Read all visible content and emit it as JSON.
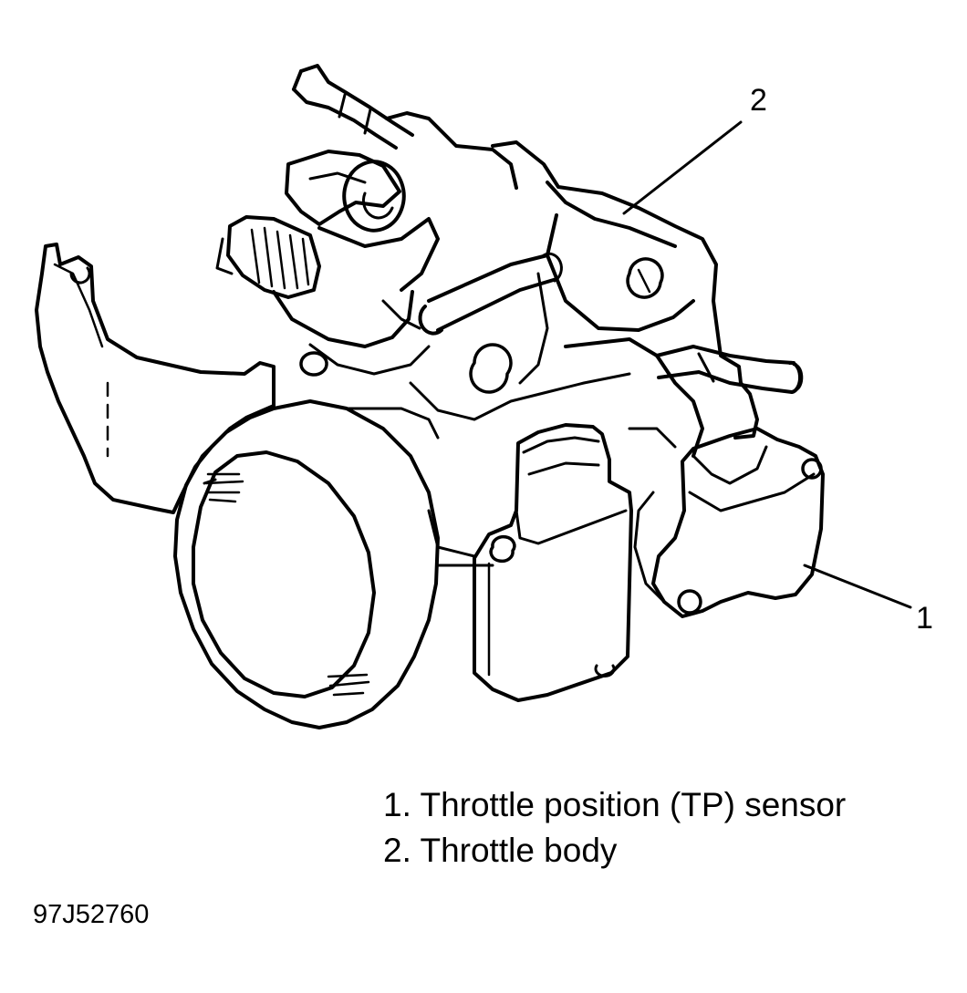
{
  "callouts": [
    {
      "number": "1",
      "target": "Throttle position (TP) sensor"
    },
    {
      "number": "2",
      "target": "Throttle body"
    }
  ],
  "legend": {
    "items": [
      "1. Throttle position (TP) sensor",
      "2. Throttle body"
    ]
  },
  "figure_id": "97J52760",
  "colors": {
    "ink": "#000000",
    "paper": "#ffffff"
  }
}
